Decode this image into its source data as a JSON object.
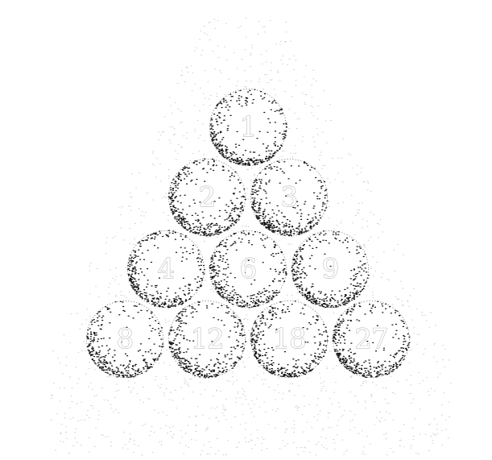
{
  "colors": {
    "background": "#ffffff",
    "stipple": "#111111",
    "halo": "#9a9a9a",
    "label_outline": "#a8a8a8"
  },
  "pyramid": {
    "rows": [
      [
        "1"
      ],
      [
        "2",
        "3"
      ],
      [
        "4",
        "6",
        "9"
      ],
      [
        "8",
        "12",
        "18",
        "27"
      ]
    ]
  }
}
